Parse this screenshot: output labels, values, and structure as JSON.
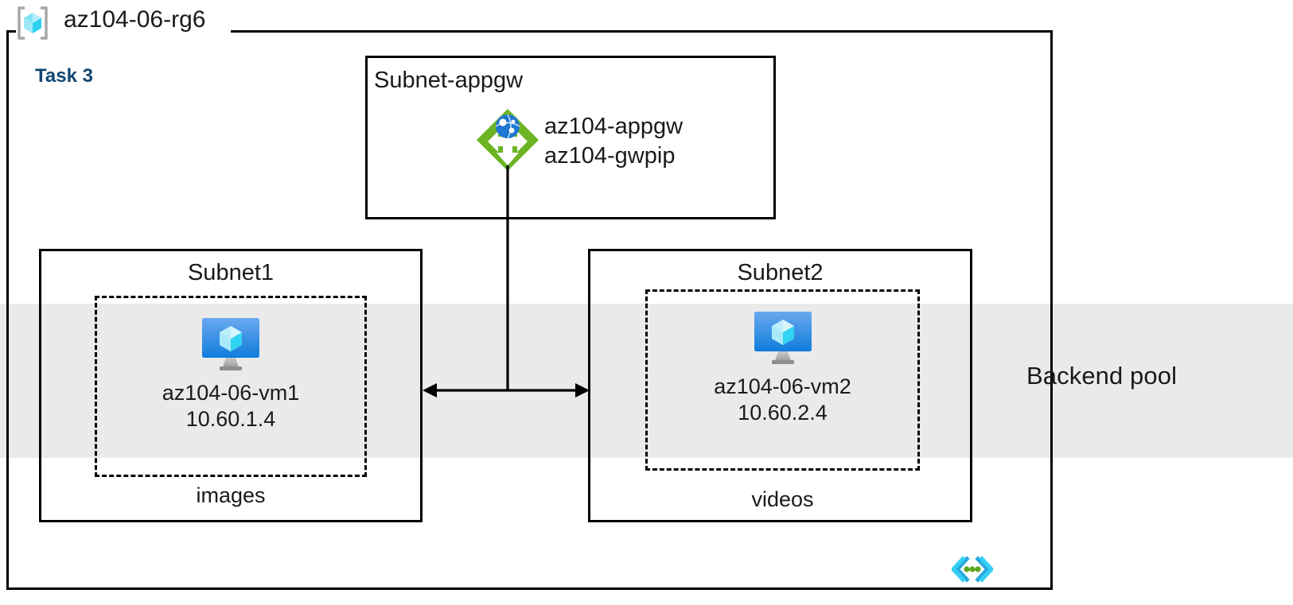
{
  "diagram": {
    "title": "az104-06-rg6",
    "task_label": "Task 3",
    "resource_group_icon": "resource-group-icon",
    "vnet_icon": "virtual-network-icon",
    "accent_task_color": "#0f4673",
    "band_color": "#eaeaea",
    "appgw_icon_color": "#6bb424",
    "vm_icon_color": "#1f8ce6"
  },
  "backend_pool": {
    "label": "Backend pool"
  },
  "subnets": [
    {
      "name": "Subnet-appgw",
      "title_align": "left",
      "resources": [
        {
          "icon": "application-gateway-icon",
          "lines": [
            "az104-appgw",
            "az104-gwpip"
          ]
        }
      ]
    },
    {
      "name": "Subnet1",
      "title_align": "center",
      "vm": {
        "icon": "virtual-machine-icon",
        "name": "az104-06-vm1",
        "ip": "10.60.1.4"
      },
      "storage": "images"
    },
    {
      "name": "Subnet2",
      "title_align": "center",
      "vm": {
        "icon": "virtual-machine-icon",
        "name": "az104-06-vm2",
        "ip": "10.60.2.4"
      },
      "storage": "videos"
    }
  ],
  "appgw": {
    "resource_name": "az104-appgw",
    "public_ip_name": "az104-gwpip"
  }
}
